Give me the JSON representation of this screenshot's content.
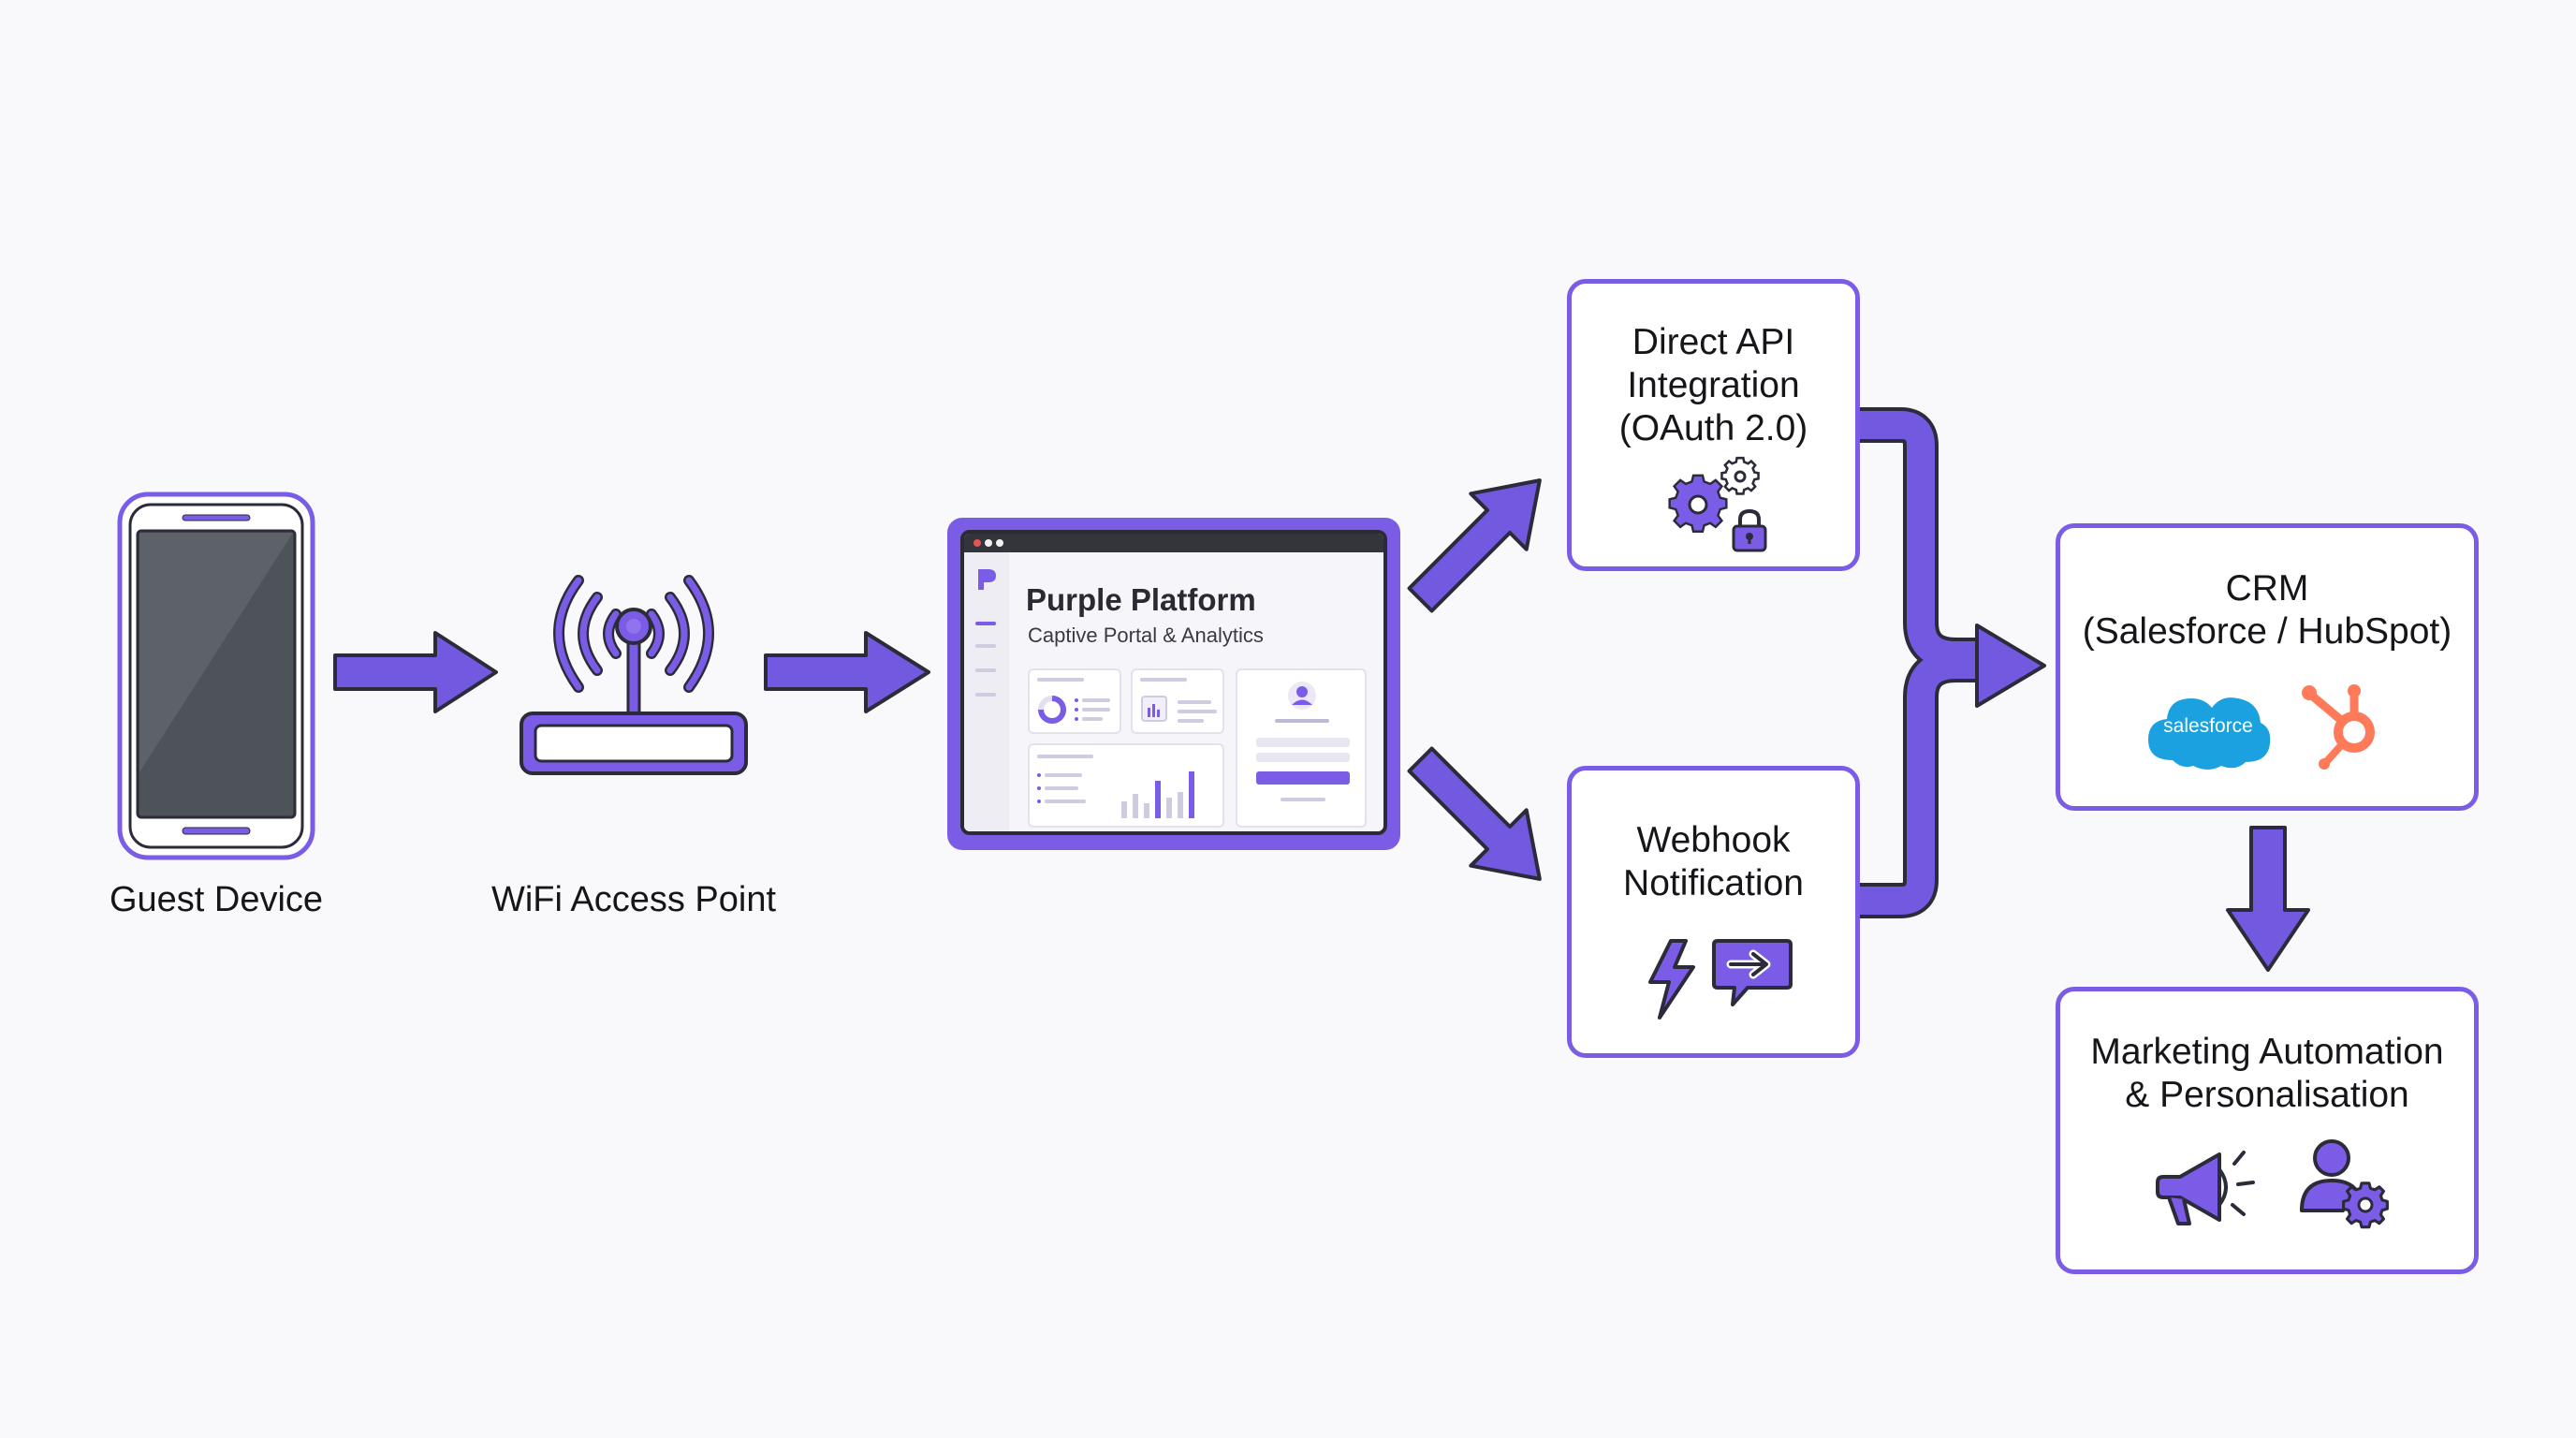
{
  "nodes": {
    "guest_device": {
      "label": "Guest Device"
    },
    "wifi_access_point": {
      "label": "WiFi Access Point"
    },
    "platform": {
      "title": "Purple Platform",
      "subtitle": "Captive Portal & Analytics"
    },
    "direct_api": {
      "lines": [
        "Direct API",
        "Integration",
        "(OAuth 2.0)"
      ]
    },
    "webhook": {
      "lines": [
        "Webhook",
        "Notification"
      ]
    },
    "crm": {
      "lines": [
        "CRM",
        "(Salesforce / HubSpot)"
      ],
      "salesforce_logo_text": "salesforce"
    },
    "marketing": {
      "lines": [
        "Marketing Automation",
        "& Personalisation"
      ]
    }
  },
  "colors": {
    "accent": "#7b5ce6",
    "arrow_fill": "#7359e0",
    "outline": "#2b2b3a",
    "salesforce_blue": "#1ba1df",
    "hubspot_orange": "#ff7a59"
  },
  "icons": {
    "direct_api": [
      "gears-icon",
      "padlock-icon"
    ],
    "webhook": [
      "lightning-bolt-icon",
      "chat-arrow-icon"
    ],
    "crm": [
      "salesforce-logo",
      "hubspot-logo"
    ],
    "marketing": [
      "megaphone-icon",
      "user-gear-icon"
    ]
  }
}
